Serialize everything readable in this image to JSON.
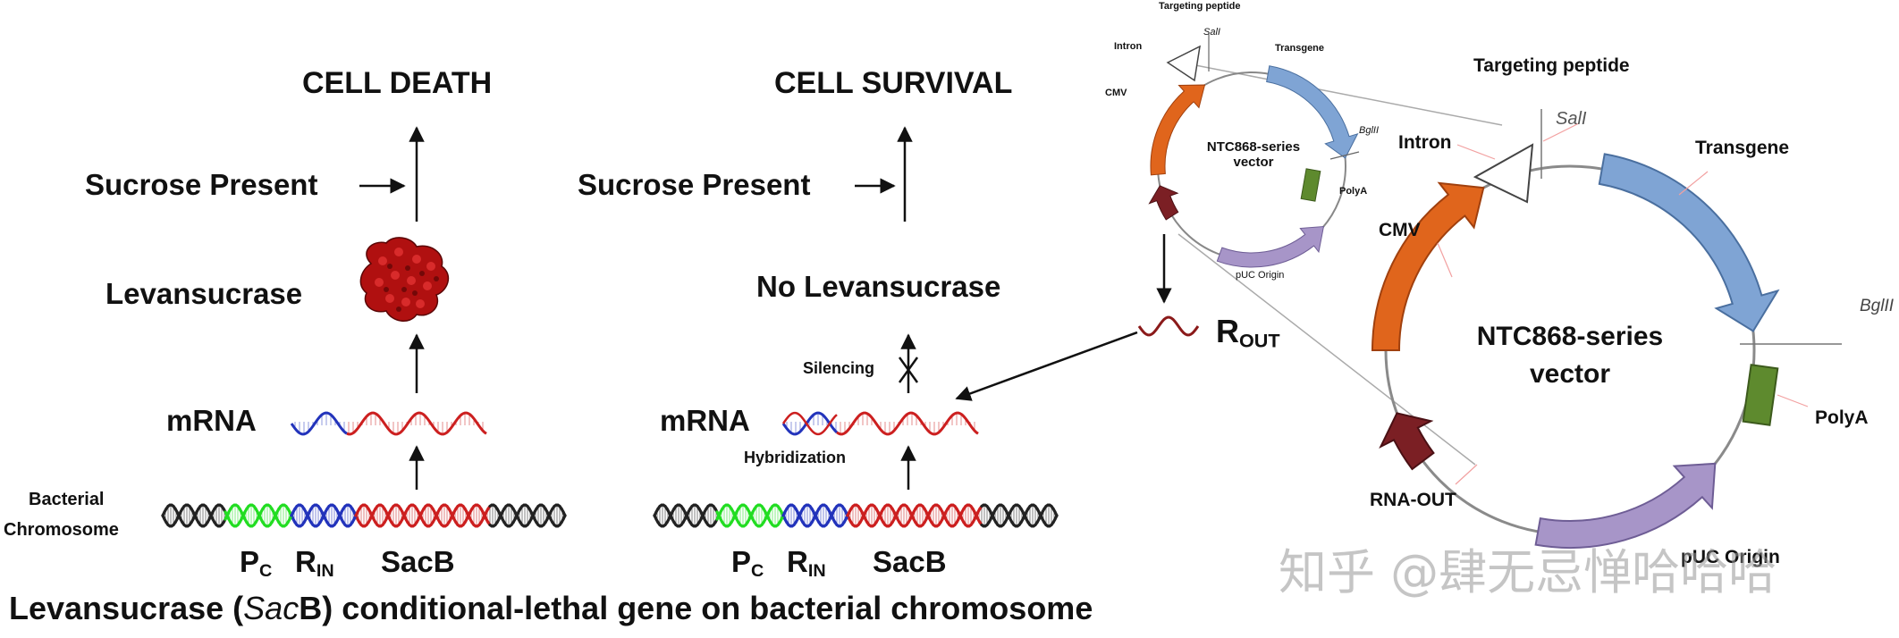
{
  "left_panel": {
    "outcome": "CELL DEATH",
    "sucrose": "Sucrose Present",
    "product": "Levansucrase",
    "mrna": "mRNA",
    "chromosome_line1": "Bacterial",
    "chromosome_line2": "Chromosome",
    "pc_main": "P",
    "pc_sub": "C",
    "rin_main": "R",
    "rin_sub": "IN",
    "sacb": "SacB"
  },
  "middle_panel": {
    "outcome": "CELL SURVIVAL",
    "sucrose": "Sucrose Present",
    "product": "No Levansucrase",
    "silencing": "Silencing",
    "mrna": "mRNA",
    "hybridization": "Hybridization",
    "pc_main": "P",
    "pc_sub": "C",
    "rin_main": "R",
    "rin_sub": "IN",
    "sacb": "SacB"
  },
  "rout": {
    "main": "R",
    "sub": "OUT"
  },
  "small_vector": {
    "title_line1": "NTC868-series",
    "title_line2": "vector",
    "targeting": "Targeting peptide",
    "sali": "SalI",
    "intron": "Intron",
    "transgene": "Transgene",
    "cmv": "CMV",
    "bglii": "BglII",
    "polya": "PolyA",
    "puc": "pUC Origin"
  },
  "large_vector": {
    "title_line1": "NTC868-series",
    "title_line2": "vector",
    "targeting": "Targeting peptide",
    "sali": "SalI",
    "intron": "Intron",
    "transgene": "Transgene",
    "cmv": "CMV",
    "bglii": "BglII",
    "polya": "PolyA",
    "rna_out": "RNA-OUT",
    "puc": "pUC Origin"
  },
  "caption": {
    "part1": "Levansucrase (",
    "italic": "Sac",
    "part2": "B) conditional-lethal gene on bacterial chromosome"
  },
  "watermark": "知乎 @肆无忌惮哈哈哈",
  "colors": {
    "dna_black": "#222222",
    "dna_green": "#22dd22",
    "dna_blue": "#2233bb",
    "dna_red": "#cc1f1f",
    "cmv": "#e0651c",
    "transgene": "#7fa4d4",
    "polya": "#5e8a2e",
    "puc": "#a795c8",
    "rna_out": "#7b1f24",
    "protein": "#b01010"
  }
}
